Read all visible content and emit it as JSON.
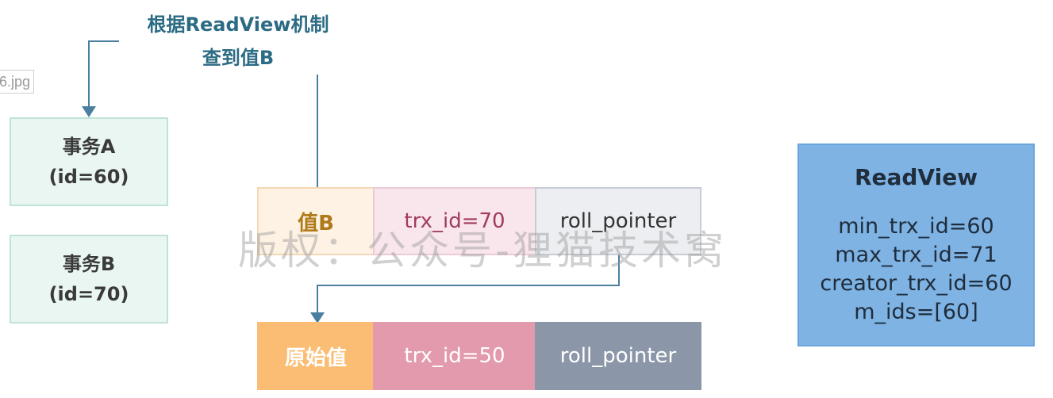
{
  "top_label": {
    "line1": "根据ReadView机制",
    "line2": "查到值B"
  },
  "file_tag": "6.jpg",
  "transactions": [
    {
      "name": "事务A",
      "id": "(id=60)"
    },
    {
      "name": "事务B",
      "id": "(id=70)"
    }
  ],
  "current_row": {
    "value": "值B",
    "trx_id": "trx_id=70",
    "pointer": "roll_pointer"
  },
  "old_row": {
    "value": "原始值",
    "trx_id": "trx_id=50",
    "pointer": "roll_pointer"
  },
  "readview": {
    "title": "ReadView",
    "lines": [
      "min_trx_id=60",
      "max_trx_id=71",
      "creator_trx_id=60",
      "m_ids=[60]"
    ]
  },
  "watermark": "版权：公众号-狸猫技术窝",
  "colors": {
    "arrow": "#4a7fa0",
    "txn_bg": "#e9f6f1",
    "value_b_bg": "#fdf2e3",
    "trx70_bg": "#f9e6ec",
    "pointer_bg": "#eceef1",
    "orig_bg": "#fbbd73",
    "trx50_bg": "#e29aac",
    "pointer2_bg": "#8b97a8",
    "readview_bg": "#7fb3e3"
  }
}
